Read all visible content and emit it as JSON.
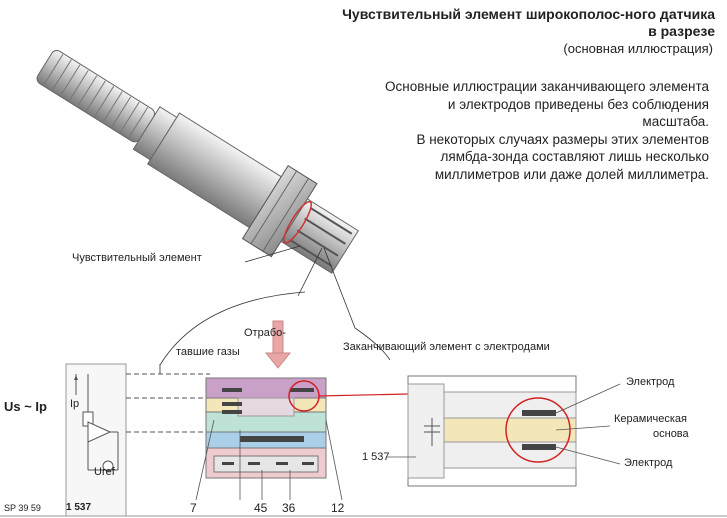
{
  "header": {
    "title": "Чувствительный элемент широкополос-ного датчика в разрезе",
    "subtitle": "(основная иллюстрация)"
  },
  "description": {
    "p1": "Основные иллюстрации заканчивающего элемента и электродов приведены без соблюдения масштаба.",
    "p2": "В некоторых случаях размеры этих элементов лямбда-зонда составляют лишь несколько миллиметров или даже долей миллиметра."
  },
  "labels": {
    "sensing_element": "Чувствительный элемент",
    "exhaust_gases_line1": "Отрабо-",
    "exhaust_gases_line2": "тавшие газы",
    "end_element": "Заканчивающий элемент с электродами",
    "electrode_top": "Электрод",
    "ceramic_line1": "Керамическая",
    "ceramic_line2": "основа",
    "electrode_bottom": "Электрод",
    "us_ip": "Us ~ Ip",
    "ip": "Ip",
    "uref": "Uref",
    "code_left": "SP 39 59",
    "code_left_num": "1 537",
    "code_right": "1 537"
  },
  "numbers": [
    "7",
    "45",
    "36",
    "12"
  ],
  "colors": {
    "accent_red": "#d42020",
    "layer_purple": "#c9a0c8",
    "layer_cream": "#f3e6b8",
    "layer_green": "#bfe2d6",
    "layer_pink": "#efcbd0",
    "layer_blue": "#a9cfe9",
    "layer_grey": "#e6e6e6"
  }
}
